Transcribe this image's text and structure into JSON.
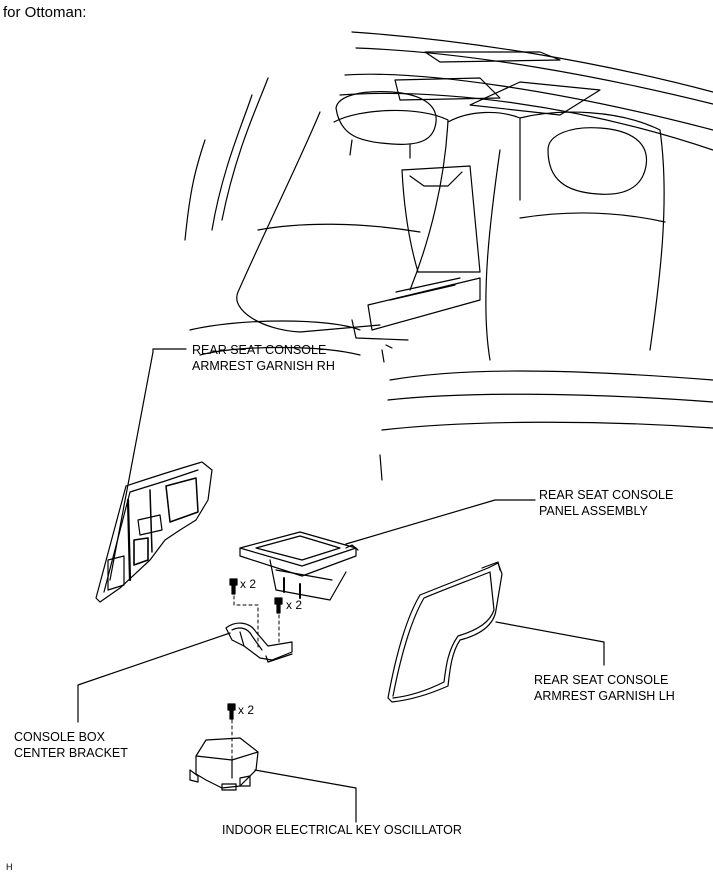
{
  "header": {
    "title": "for Ottoman:"
  },
  "labels": {
    "armrest_rh": [
      "REAR SEAT CONSOLE",
      "ARMREST GARNISH RH"
    ],
    "panel_assembly": [
      "REAR SEAT CONSOLE",
      "PANEL ASSEMBLY"
    ],
    "armrest_lh": [
      "REAR SEAT CONSOLE",
      "ARMREST GARNISH LH"
    ],
    "bracket": [
      "CONSOLE BOX",
      "CENTER BRACKET"
    ],
    "oscillator": "INDOOR ELECTRICAL KEY OSCILLATOR"
  },
  "fasteners": {
    "bracket_left": "x 2",
    "bracket_right": "x 2",
    "oscillator": "x 2"
  },
  "footer": {
    "figure_code": "H"
  },
  "colors": {
    "line": "#000000",
    "fill_light": "#ffffff",
    "fill_dark": "#333333"
  }
}
